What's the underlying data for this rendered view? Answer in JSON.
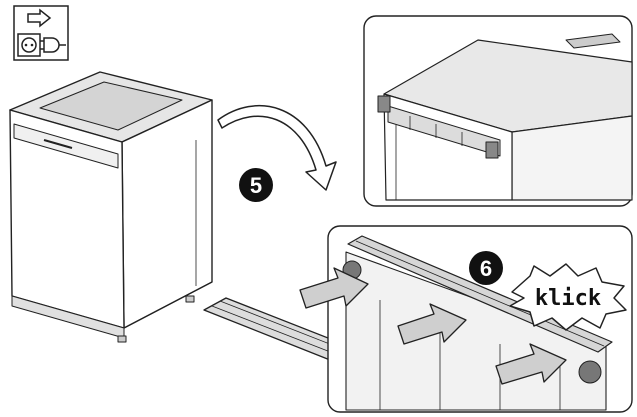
{
  "steps": [
    {
      "number": "5"
    },
    {
      "number": "6"
    }
  ],
  "callout": {
    "text": "klick"
  },
  "icons": [
    "disconnect-power-icon",
    "curved-arrow-icon",
    "push-arrow-icon"
  ],
  "colors": {
    "line": "#222222",
    "panel_fill": "#f2f2f2",
    "surface_gray": "#d9d9d9",
    "badge_fill": "#111111",
    "arrow_fill": "#cfcfcf"
  }
}
